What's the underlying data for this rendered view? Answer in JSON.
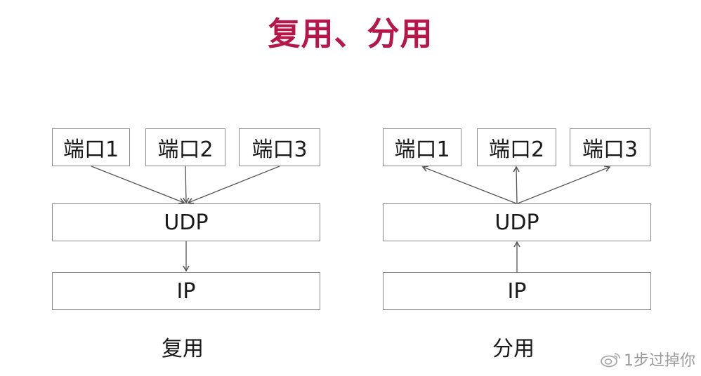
{
  "title": "复用、分用",
  "diagrams": [
    {
      "caption": "复用",
      "ports": [
        "端口1",
        "端口2",
        "端口3"
      ],
      "udp": "UDP",
      "ip": "IP"
    },
    {
      "caption": "分用",
      "ports": [
        "端口1",
        "端口2",
        "端口3"
      ],
      "udp": "UDP",
      "ip": "IP"
    }
  ],
  "watermark": "1步过掉你",
  "colors": {
    "title": "#b5174b",
    "border": "#888888",
    "arrow": "#555555"
  }
}
